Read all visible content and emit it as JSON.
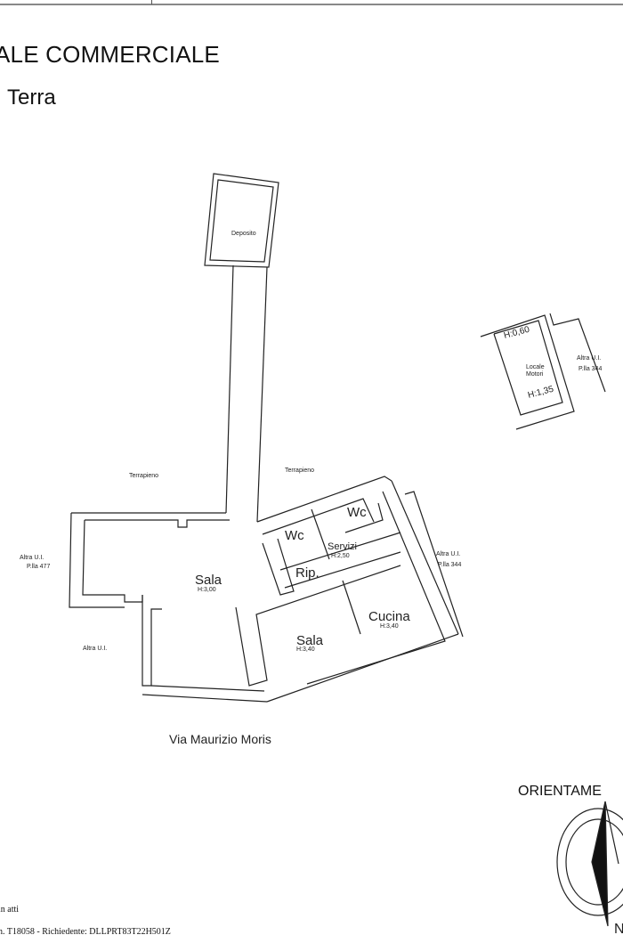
{
  "header": {
    "title": "ALE COMMERCIALE",
    "subtitle": "Terra"
  },
  "plan": {
    "deposito": "Deposito",
    "terrapieno_left": "Terrapieno",
    "terrapieno_right": "Terrapieno",
    "altra_477": {
      "line1": "Altra U.I.",
      "line2": "P.lla 477"
    },
    "altra_bottom": "Altra U.I.",
    "altra_344": {
      "line1": "Altra U.I.",
      "line2": "P.lla 344"
    },
    "sala_main": {
      "name": "Sala",
      "height": "H:3,00"
    },
    "wc1": "Wc",
    "wc2": "Wc",
    "servizi": {
      "name": "Servizi",
      "height": "H:2,50"
    },
    "rip": "Rip.",
    "cucina": {
      "name": "Cucina",
      "height": "H:3,40"
    },
    "sala_second": {
      "name": "Sala",
      "height": "H:3,40"
    },
    "motori": {
      "h_top": "H:0,60",
      "line1": "Locale",
      "line2": "Motori",
      "h_bottom": "H:1,35",
      "altra1": "Altra U.I.",
      "altra2": "P.lla 344"
    },
    "street": "Via Maurizio Moris"
  },
  "compass": {
    "label": "ORIENTAME",
    "north": "N"
  },
  "footer": {
    "line1": "in atti",
    "line2": "n. T18058 - Richiedente: DLLPRT83T22H501Z"
  }
}
